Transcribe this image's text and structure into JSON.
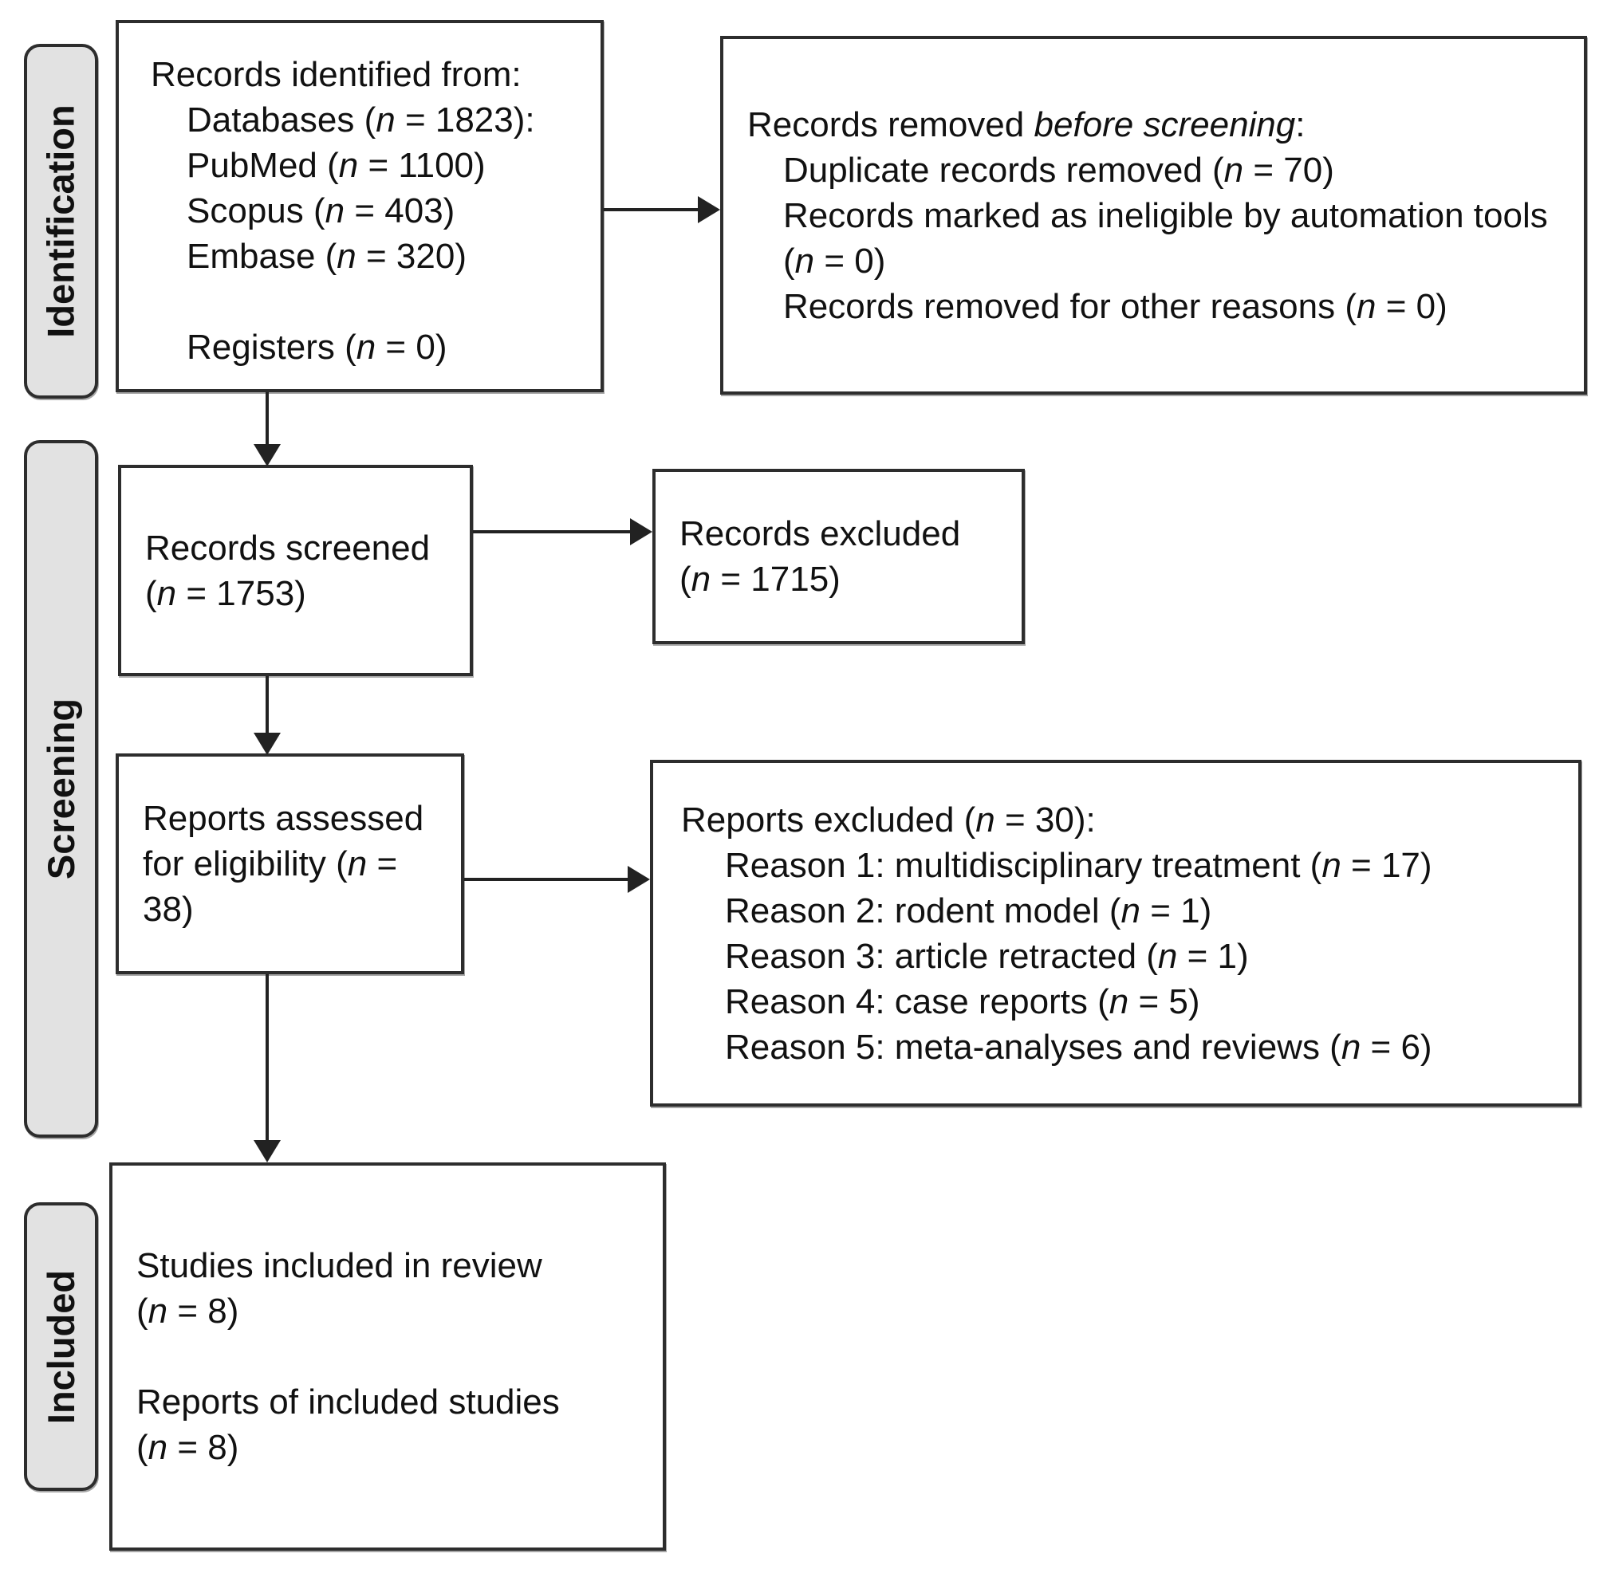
{
  "stages": [
    {
      "label": "Identification"
    },
    {
      "label": "Screening"
    },
    {
      "label": "Included"
    }
  ],
  "boxes": {
    "identified": {
      "lines": [
        "Records identified from:",
        "Databases (*n* = 1823):",
        "PubMed (*n* = 1100)",
        "Scopus (*n* = 403)",
        "Embase (*n* = 320)",
        "Registers (*n* = 0)"
      ]
    },
    "removed": {
      "lines": [
        "Records removed *before screening*:",
        "Duplicate records removed  (*n* = 70)",
        "Records marked as ineligible by automation tools (*n* = 0)",
        "Records removed for other reasons (*n* = 0)"
      ]
    },
    "screened": {
      "lines": [
        "Records screened",
        "(*n* = 1753)"
      ]
    },
    "records_excluded": {
      "lines": [
        "Records excluded",
        "(*n* = 1715)"
      ]
    },
    "assessed": {
      "lines": [
        "Reports assessed",
        "for eligibility (*n* = 38)"
      ]
    },
    "reports_excluded": {
      "lines": [
        "Reports excluded (*n* = 30):",
        "Reason 1: multidisciplinary treatment (*n* = 17)",
        "Reason 2: rodent model (*n* = 1)",
        "Reason 3: article retracted (*n* = 1)",
        "Reason 4: case reports (*n* = 5)",
        "Reason 5: meta-analyses and reviews (*n* = 6)"
      ]
    },
    "included": {
      "lines": [
        "Studies included in review",
        "(*n* = 8)",
        "Reports of included studies",
        "(*n* = 8)"
      ]
    }
  },
  "colors": {
    "stage_fill": "#e2e2e2",
    "box_border": "#2d2d2d",
    "text": "#111111",
    "arrow": "#222222"
  }
}
